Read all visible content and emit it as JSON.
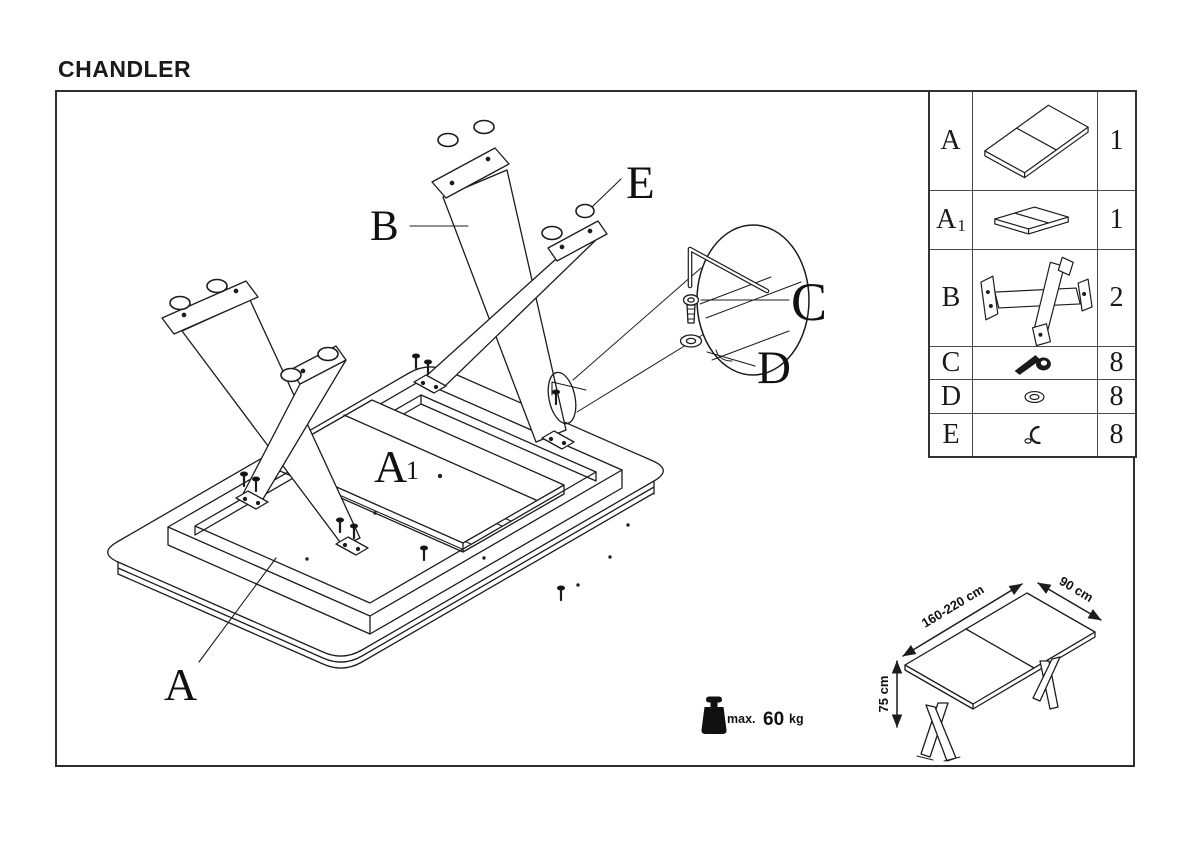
{
  "title": "CHANDLER",
  "parts_table": {
    "rows": [
      {
        "label": "A",
        "sub": "",
        "qty": "1",
        "icon": "tabletop"
      },
      {
        "label": "A",
        "sub": "1",
        "qty": "1",
        "icon": "extension-leaf"
      },
      {
        "label": "B",
        "sub": "",
        "qty": "2",
        "icon": "x-leg"
      },
      {
        "label": "C",
        "sub": "",
        "qty": "8",
        "icon": "allen-bolt"
      },
      {
        "label": "D",
        "sub": "",
        "qty": "8",
        "icon": "washer"
      },
      {
        "label": "E",
        "sub": "",
        "qty": "8",
        "icon": "end-cap"
      }
    ]
  },
  "diagram": {
    "labels": {
      "tabletop": "A",
      "leaf": "A",
      "leaf_sub": "1",
      "leg": "B",
      "bolt": "C",
      "washer": "D",
      "cap": "E"
    }
  },
  "max_load": {
    "prefix": "max.",
    "value": "60",
    "unit": "kg"
  },
  "dimensions": {
    "length": "160-220 cm",
    "width": "90 cm",
    "height": "75 cm"
  },
  "colors": {
    "line": "#1c1c1c",
    "background": "#ffffff"
  }
}
